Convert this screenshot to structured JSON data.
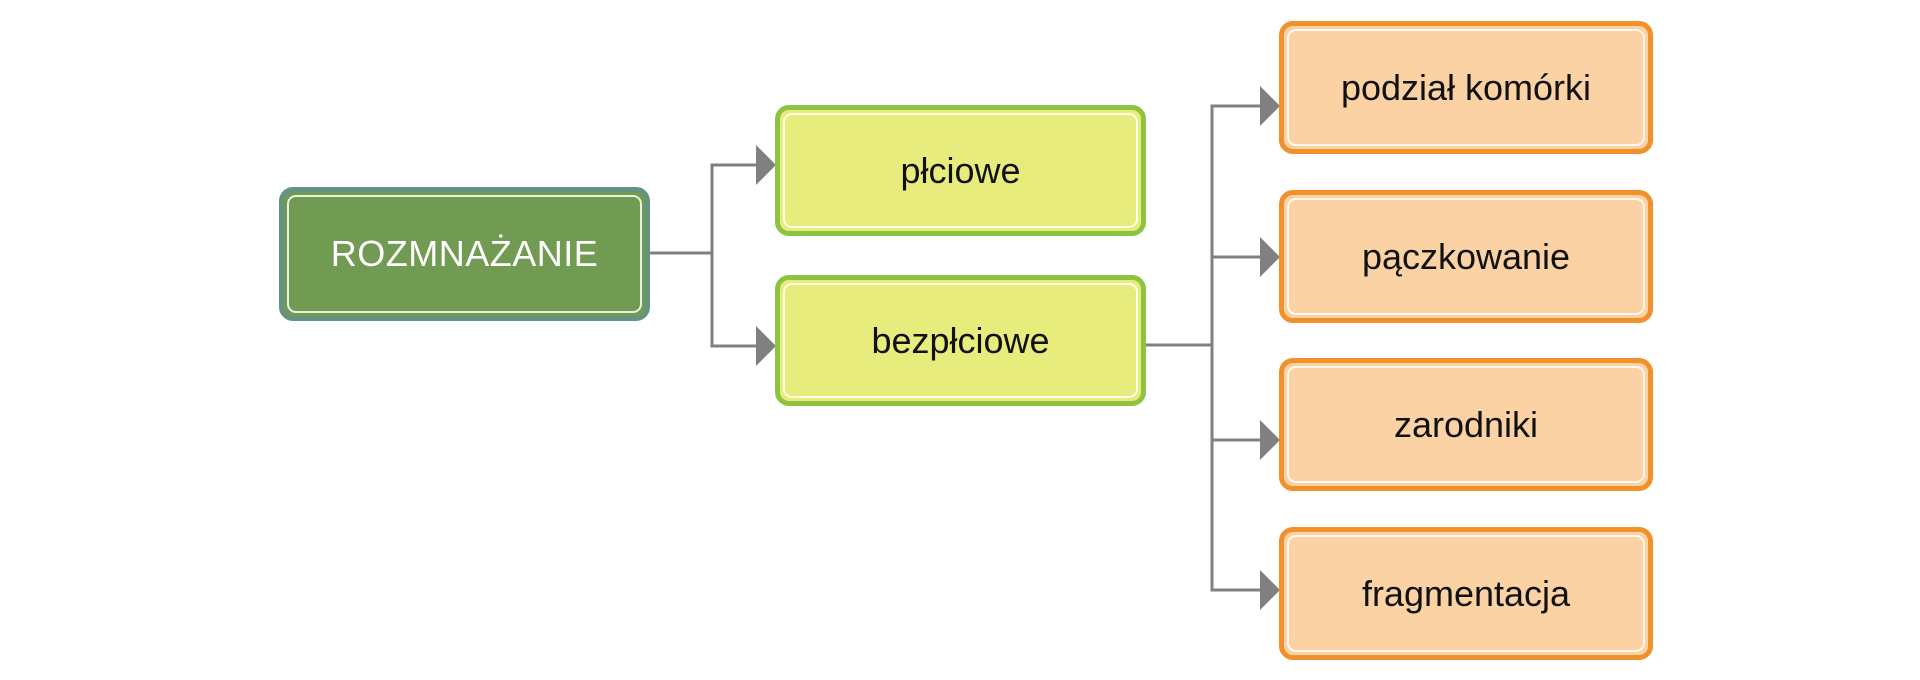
{
  "diagram": {
    "root": {
      "label": "ROZMNAŻANIE"
    },
    "level1": [
      {
        "label": "płciowe"
      },
      {
        "label": "bezpłciowe"
      }
    ],
    "level2": [
      {
        "label": "podział komórki"
      },
      {
        "label": "pączkowanie"
      },
      {
        "label": "zarodniki"
      },
      {
        "label": "fragmentacja"
      }
    ],
    "edges": [
      {
        "from": "ROZMNAŻANIE",
        "to": "płciowe"
      },
      {
        "from": "ROZMNAŻANIE",
        "to": "bezpłciowe"
      },
      {
        "from": "bezpłciowe",
        "to": "podział komórki"
      },
      {
        "from": "bezpłciowe",
        "to": "pączkowanie"
      },
      {
        "from": "bezpłciowe",
        "to": "zarodniki"
      },
      {
        "from": "bezpłciowe",
        "to": "fragmentacja"
      }
    ],
    "colors": {
      "root_fill": "#719a52",
      "root_border": "#66937f",
      "level1_fill": "#e8ec7c",
      "level1_border": "#8cc341",
      "level2_fill": "#fbd2a4",
      "level2_border": "#f0912b",
      "connector": "#808080"
    }
  }
}
